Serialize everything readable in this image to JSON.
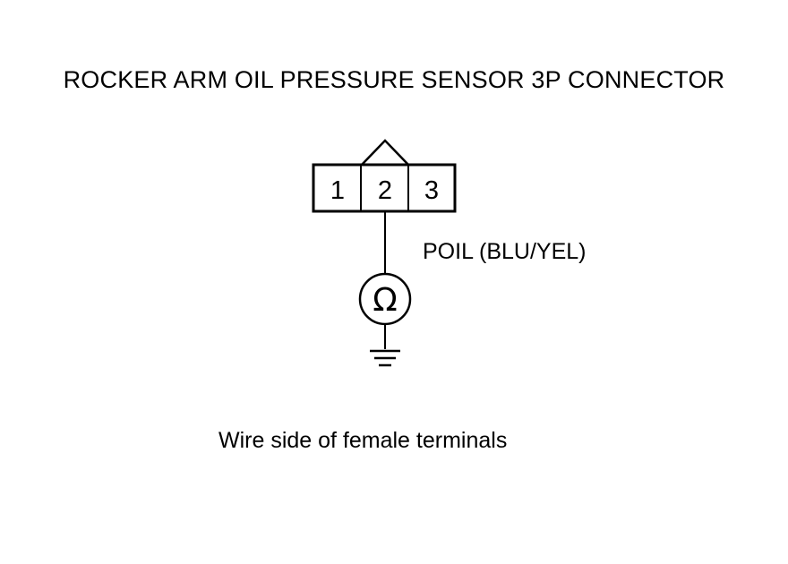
{
  "title": "ROCKER ARM OIL PRESSURE SENSOR 3P CONNECTOR",
  "connector": {
    "pins": [
      "1",
      "2",
      "3"
    ],
    "key_position_pin": "2"
  },
  "wire": {
    "pin": "2",
    "label": "POIL (BLU/YEL)"
  },
  "meter": {
    "symbol": "Ω",
    "icon": "ohmmeter-icon"
  },
  "ground": {
    "icon": "ground-icon"
  },
  "caption": "Wire side of female terminals"
}
